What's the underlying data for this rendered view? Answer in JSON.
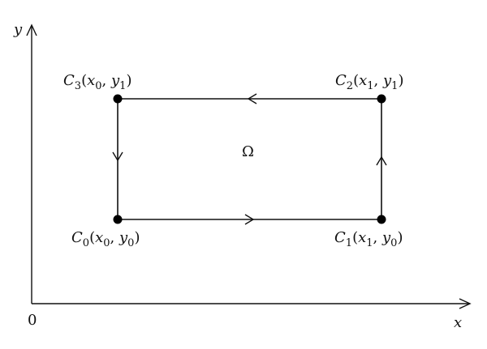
{
  "axes": {
    "x_label": "x",
    "y_label": "y",
    "origin_label": "0"
  },
  "region_label": "Ω",
  "vertices": {
    "c0": {
      "name": "C",
      "index": "0",
      "x": "x",
      "x_sub": "0",
      "y": "y",
      "y_sub": "0"
    },
    "c1": {
      "name": "C",
      "index": "1",
      "x": "x",
      "x_sub": "1",
      "y": "y",
      "y_sub": "0"
    },
    "c2": {
      "name": "C",
      "index": "2",
      "x": "x",
      "x_sub": "1",
      "y": "y",
      "y_sub": "1"
    },
    "c3": {
      "name": "C",
      "index": "3",
      "x": "x",
      "x_sub": "0",
      "y": "y",
      "y_sub": "1"
    }
  },
  "colors": {
    "ink": "#111111",
    "background": "#ffffff"
  }
}
